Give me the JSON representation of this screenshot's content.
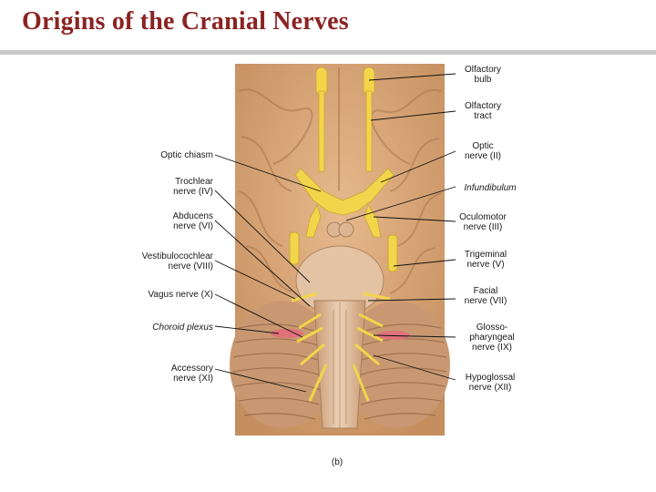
{
  "title": "Origins of the Cranial Nerves",
  "figure_label": "(b)",
  "labels_left": [
    {
      "id": "optic-chiasm",
      "lines": [
        "Optic chiasm"
      ],
      "italic": false
    },
    {
      "id": "trochlear",
      "lines": [
        "Trochlear",
        "nerve (IV)"
      ],
      "italic": false
    },
    {
      "id": "abducens",
      "lines": [
        "Abducens",
        "nerve (VI)"
      ],
      "italic": false
    },
    {
      "id": "vestibulocochlear",
      "lines": [
        "Vestibulocochlear",
        "nerve (VIII)"
      ],
      "italic": false
    },
    {
      "id": "vagus",
      "lines": [
        "Vagus nerve (X)"
      ],
      "italic": false
    },
    {
      "id": "choroid-plexus",
      "lines": [
        "Choroid plexus"
      ],
      "italic": true
    },
    {
      "id": "accessory",
      "lines": [
        "Accessory",
        "nerve (XI)"
      ],
      "italic": false
    }
  ],
  "labels_right": [
    {
      "id": "olfactory-bulb",
      "lines": [
        "Olfactory",
        "bulb"
      ],
      "italic": false
    },
    {
      "id": "olfactory-tract",
      "lines": [
        "Olfactory",
        "tract"
      ],
      "italic": false
    },
    {
      "id": "optic",
      "lines": [
        "Optic",
        "nerve (II)"
      ],
      "italic": false
    },
    {
      "id": "infundibulum",
      "lines": [
        "Infundibulum"
      ],
      "italic": true
    },
    {
      "id": "oculomotor",
      "lines": [
        "Oculomotor",
        "nerve (III)"
      ],
      "italic": false
    },
    {
      "id": "trigeminal",
      "lines": [
        "Trigeminal",
        "nerve (V)"
      ],
      "italic": false
    },
    {
      "id": "facial",
      "lines": [
        "Facial",
        "nerve (VII)"
      ],
      "italic": false
    },
    {
      "id": "glossopharyngeal",
      "lines": [
        "Glosso-",
        "pharyngeal",
        "nerve (IX)"
      ],
      "italic": false
    },
    {
      "id": "hypoglossal",
      "lines": [
        "Hypoglossal",
        "nerve (XII)"
      ],
      "italic": false
    }
  ],
  "colors": {
    "title": "#8b2323",
    "brain": "#d9a77a",
    "brain_shadow": "#a8764e",
    "nerve": "#f2d54a",
    "cerebellum": "#c99872",
    "choroid": "#e0707a"
  }
}
